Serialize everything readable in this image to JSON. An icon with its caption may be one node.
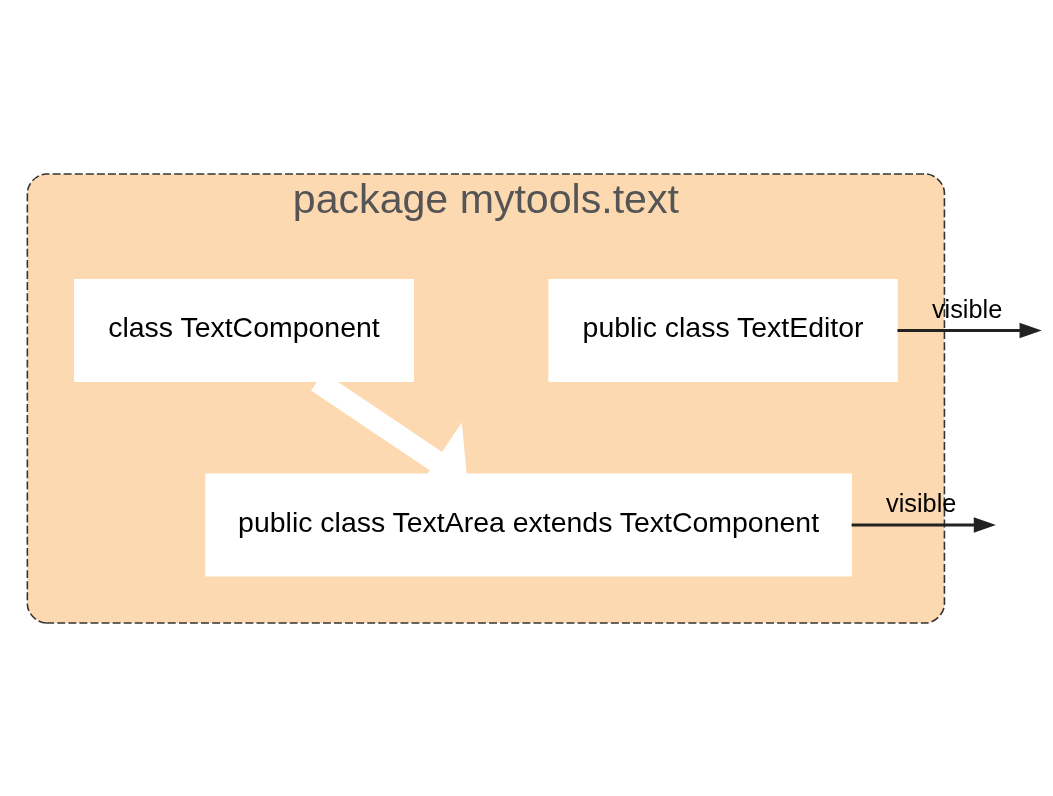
{
  "diagram": {
    "nodes": [
      {
        "text": [
          "package mytools.text"
        ]
      },
      {
        "text": [
          "class TextComponent"
        ],
        "in": 0
      },
      {
        "text": [
          "public class TextEditor"
        ],
        "in": 0
      },
      {
        "text": [
          "public class TextArea extends TextComponent"
        ],
        "in": 0
      }
    ],
    "edges": [
      {
        "from": 1,
        "to": 3,
        "arrow": "to",
        "style": "thick",
        "color": "#ffffff"
      },
      {
        "from": 2,
        "to": null,
        "arrow": "to",
        "label": "visible"
      },
      {
        "from": 3,
        "to": null,
        "arrow": "to",
        "label": "visible"
      }
    ]
  }
}
